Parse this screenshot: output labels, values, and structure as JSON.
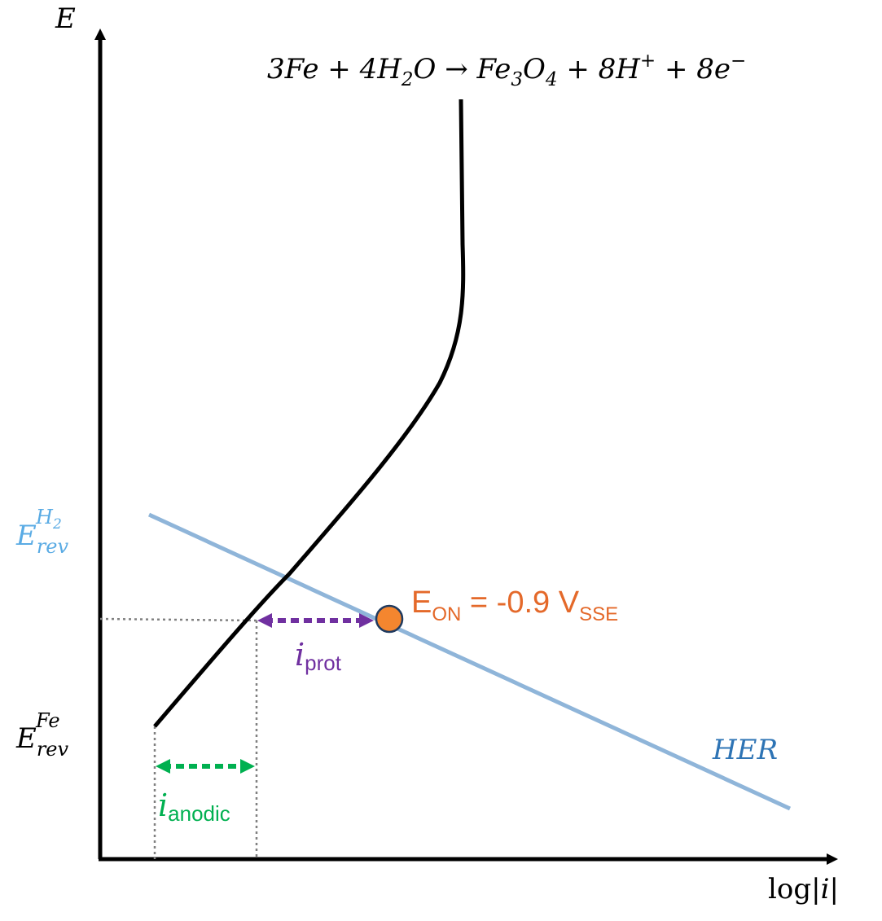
{
  "axes": {
    "y_label": "E",
    "x_label_prefix": "log|",
    "x_label_var": "i",
    "x_label_suffix": "|"
  },
  "reaction": {
    "lhs": "3Fe + 4H",
    "lhs_sub": "2",
    "mid": "O → Fe",
    "mid_sub": "3",
    "o": "O",
    "o_sub": "4",
    "rhs1": " + 8H",
    "rhs1_sup": "+",
    "rhs2": " + 8e",
    "rhs2_sup": "−"
  },
  "e_rev_h2": {
    "base": "E",
    "sub": "rev",
    "sup": "H",
    "sup_sub": "2",
    "color": "#5aabe4"
  },
  "e_rev_fe": {
    "base": "E",
    "sub": "rev",
    "sup": "Fe",
    "color": "#000000"
  },
  "her_label": {
    "text": "HER",
    "color": "#2e74b5"
  },
  "e_on_label": {
    "base": "E",
    "sub": "ON",
    "mid": " = -0.9 V",
    "sub2": "SSE",
    "color": "#e4692a"
  },
  "i_prot_label": {
    "var": "i",
    "sub": "prot",
    "color": "#7030a0"
  },
  "i_anodic_label": {
    "var": "i",
    "sub": "anodic",
    "color": "#00b050"
  },
  "colors": {
    "her_line": "#8fb5d9",
    "marker_fill": "#f4862f",
    "marker_stroke": "#1f3a5f",
    "guide": "#808080"
  }
}
